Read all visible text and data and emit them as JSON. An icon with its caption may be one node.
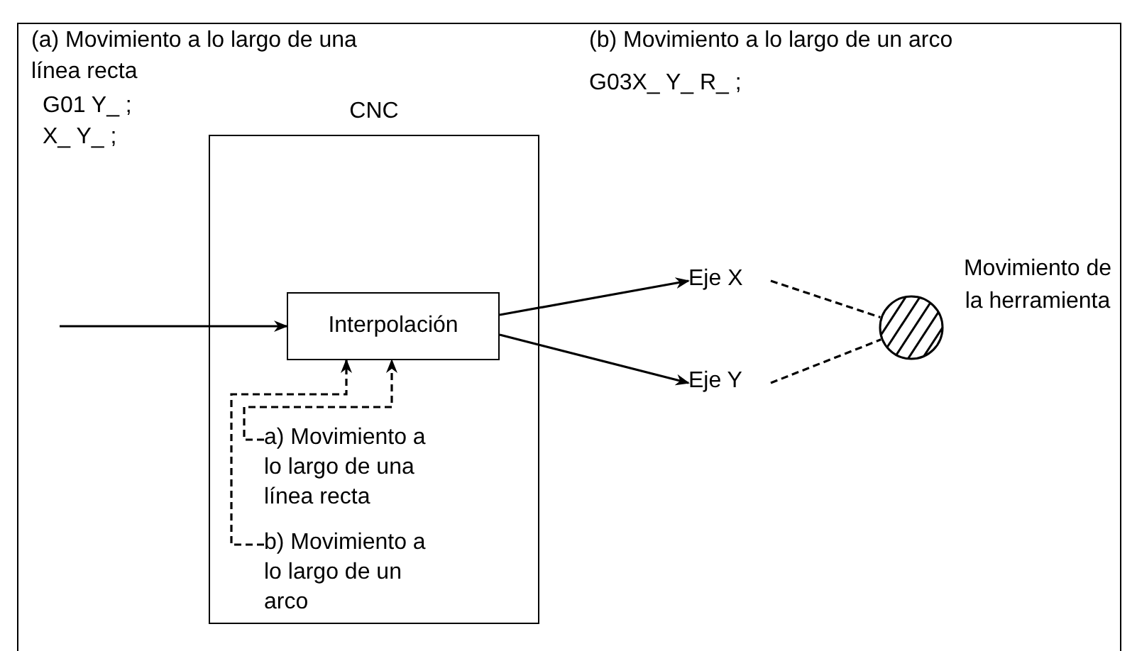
{
  "diagram": {
    "nodes": [
      {
        "text": [
          "CNC"
        ]
      },
      {
        "text": [
          "Interpolación"
        ],
        "in": 0
      },
      {
        "text": [
          "a) Movimiento a lo largo de una línea recta"
        ],
        "in": 0
      },
      {
        "text": [
          "b) Movimiento a lo largo de un arco"
        ],
        "in": 0
      },
      {
        "text": [
          "Eje X"
        ]
      },
      {
        "text": [
          "Eje Y"
        ]
      },
      {
        "text": [],
        "shape": "circle",
        "beside": [
          "Movimiento de la herramienta"
        ]
      }
    ],
    "edges": [
      {
        "from": null,
        "to": 1,
        "arrow": "to"
      },
      {
        "from": 1,
        "to": 4,
        "arrow": "to"
      },
      {
        "from": 1,
        "to": 5,
        "arrow": "to"
      },
      {
        "from": 4,
        "to": 6,
        "arrow": "none",
        "style": "dashed"
      },
      {
        "from": 5,
        "to": 6,
        "arrow": "none",
        "style": "dashed"
      },
      {
        "from": 2,
        "to": 1,
        "arrow": "to",
        "style": "dashed"
      },
      {
        "from": 3,
        "to": 1,
        "arrow": "to",
        "style": "dashed"
      }
    ],
    "labels": [
      "(a) Movimiento a lo largo de una línea recta",
      "G01 Y_ ;",
      "X_ Y_ ;",
      "(b) Movimiento a lo largo de un arco",
      "G03X_ Y_ R_ ;"
    ]
  }
}
